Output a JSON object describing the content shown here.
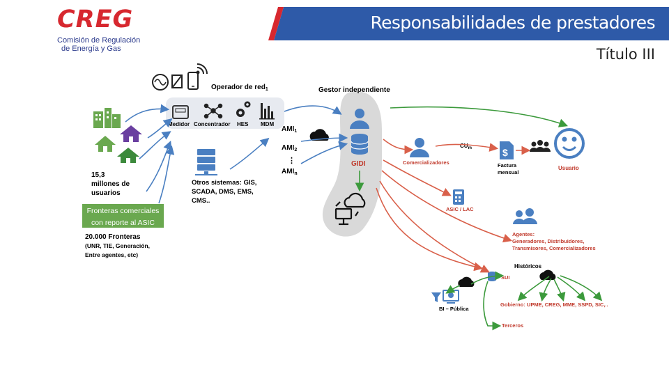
{
  "header": {
    "logo_text": "CREG",
    "logo_sub_1": "Comisión de Regulación",
    "logo_sub_2": "de Energía y Gas",
    "title": "Responsabilidades de prestadores",
    "subtitle": "Título III"
  },
  "colors": {
    "title_bar": "#2e5aa8",
    "title_accent": "#d7282f",
    "arrow_blue": "#4a7fc1",
    "arrow_red": "#d9604a",
    "arrow_green": "#3c9a3c",
    "icon_blue": "#4a7fc1",
    "icon_green": "#6aa84f",
    "icon_purple": "#6a3fa0",
    "label_red": "#c0392b",
    "panel_grey": "#d9d9d9",
    "panel_light": "#e7eaf0"
  },
  "diagram": {
    "operador": "Operador de red",
    "operador_sub": "1",
    "medidor": "Medidor",
    "concentrador": "Concentrador",
    "hes": "HES",
    "mdm": "MDM",
    "ami1": "AMI",
    "ami1_sub": "1",
    "ami2": "AMI",
    "ami2_sub": "2",
    "ami_dots": "⋮",
    "amin": "AMI",
    "amin_sub": "n",
    "usuarios_1": "15,3",
    "usuarios_2": "millones de",
    "usuarios_3": "usuarios",
    "otros_1": "Otros sistemas: GIS,",
    "otros_2": "SCADA, DMS, EMS,",
    "otros_3": "CMS..",
    "fronteras_box_1": "Fronteras comerciales",
    "fronteras_box_2": "con reporte al ASIC",
    "fronteras_count": "20.000 Fronteras",
    "fronteras_detail_1": "(UNR, TIE, Generación,",
    "fronteras_detail_2": "Entre agentes, etc)",
    "gestor": "Gestor independiente",
    "gidi": "GIDI",
    "comercializadores": "Comercializadores",
    "cu": "CU",
    "cu_sub": "m",
    "factura_1": "Factura",
    "factura_2": "mensual",
    "usuario": "Usuario",
    "asic": "ASIC / LAC",
    "agentes_1": "Agentes:",
    "agentes_2": "Generadores, Distribuidores,",
    "agentes_3": "Transmisores, Comercializadores",
    "historicos": "Históricos",
    "sui": "SUI",
    "bi": "BI – Pública",
    "gobierno": "Gobierno: UPME, CREG, MME, SSPD, SIC,..",
    "terceros": "Terceros"
  }
}
